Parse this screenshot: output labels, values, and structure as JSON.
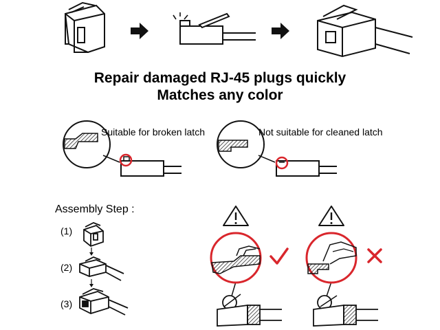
{
  "headline": {
    "line1": "Repair damaged RJ-45 plugs quickly",
    "line2": "Matches any color"
  },
  "comparison": {
    "suitable_label": "Suitable for broken latch",
    "not_suitable_label": "Not suitable for cleaned latch"
  },
  "assembly": {
    "title": "Assembly Step :",
    "steps": [
      "(1)",
      "(2)",
      "(3)"
    ]
  },
  "colors": {
    "highlight_red": "#d9262c",
    "line_black": "#111111"
  },
  "icons": {
    "correct": "check-mark-icon",
    "incorrect": "cross-mark-icon",
    "warning": "warning-triangle-icon"
  }
}
